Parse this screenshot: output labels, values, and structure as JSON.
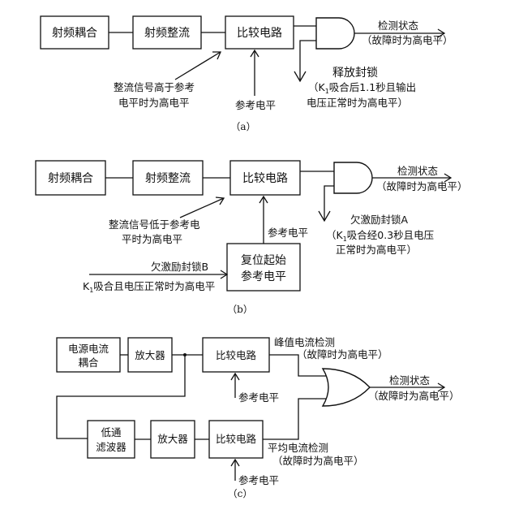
{
  "diagram_a": {
    "block_rf_coupling": "射频耦合",
    "block_rf_rectify": "射频整流",
    "block_compare": "比较电路",
    "output_label": "检测状态",
    "output_note": "（故障时为高电平）",
    "rectify_note_line1": "整流信号高于参考",
    "rectify_note_line2": "电平时为高电平",
    "ref_label": "参考电平",
    "release_title": "释放封锁",
    "release_note_line1": "（K",
    "release_note_sub": "1",
    "release_note_line1b": "吸合后1.1秒且输出",
    "release_note_line2": "电压正常时为高电平）",
    "caption": "（a）"
  },
  "diagram_b": {
    "block_rf_coupling": "射频耦合",
    "block_rf_rectify": "射频整流",
    "block_compare": "比较电路",
    "output_label": "检测状态",
    "output_note": "（故障时为高电平）",
    "rectify_note_line1": "整流信号低于参考电",
    "rectify_note_line2": "平时为高电平",
    "ref_label": "参考电平",
    "reset_block_line1": "复位起始",
    "reset_block_line2": "参考电平",
    "under_excite_a": "欠激励封锁A",
    "under_excite_a_note1": "（K",
    "under_excite_a_sub": "1",
    "under_excite_a_note1b": "吸合经0.3秒且电压",
    "under_excite_a_note2": "正常时为高电平）",
    "under_excite_b": "欠激励封锁B",
    "under_excite_b_note": "K",
    "under_excite_b_sub": "1",
    "under_excite_b_noteb": "吸合且电压正常时为高电平",
    "caption": "（b）"
  },
  "diagram_c": {
    "block_power_coupling_line1": "电源电流",
    "block_power_coupling_line2": "耦合",
    "block_amp1": "放大器",
    "block_compare1": "比较电路",
    "peak_label": "峰值电流检测",
    "peak_note": "（故障时为高电平）",
    "ref_label1": "参考电平",
    "output_label": "检测状态",
    "output_note": "（故障时为高电平）",
    "block_lowpass_line1": "低通",
    "block_lowpass_line2": "滤波器",
    "block_amp2": "放大器",
    "block_compare2": "比较电路",
    "avg_label": "平均电流检测",
    "avg_note": "（故障时为高电平）",
    "ref_label2": "参考电平",
    "caption": "（c）"
  }
}
